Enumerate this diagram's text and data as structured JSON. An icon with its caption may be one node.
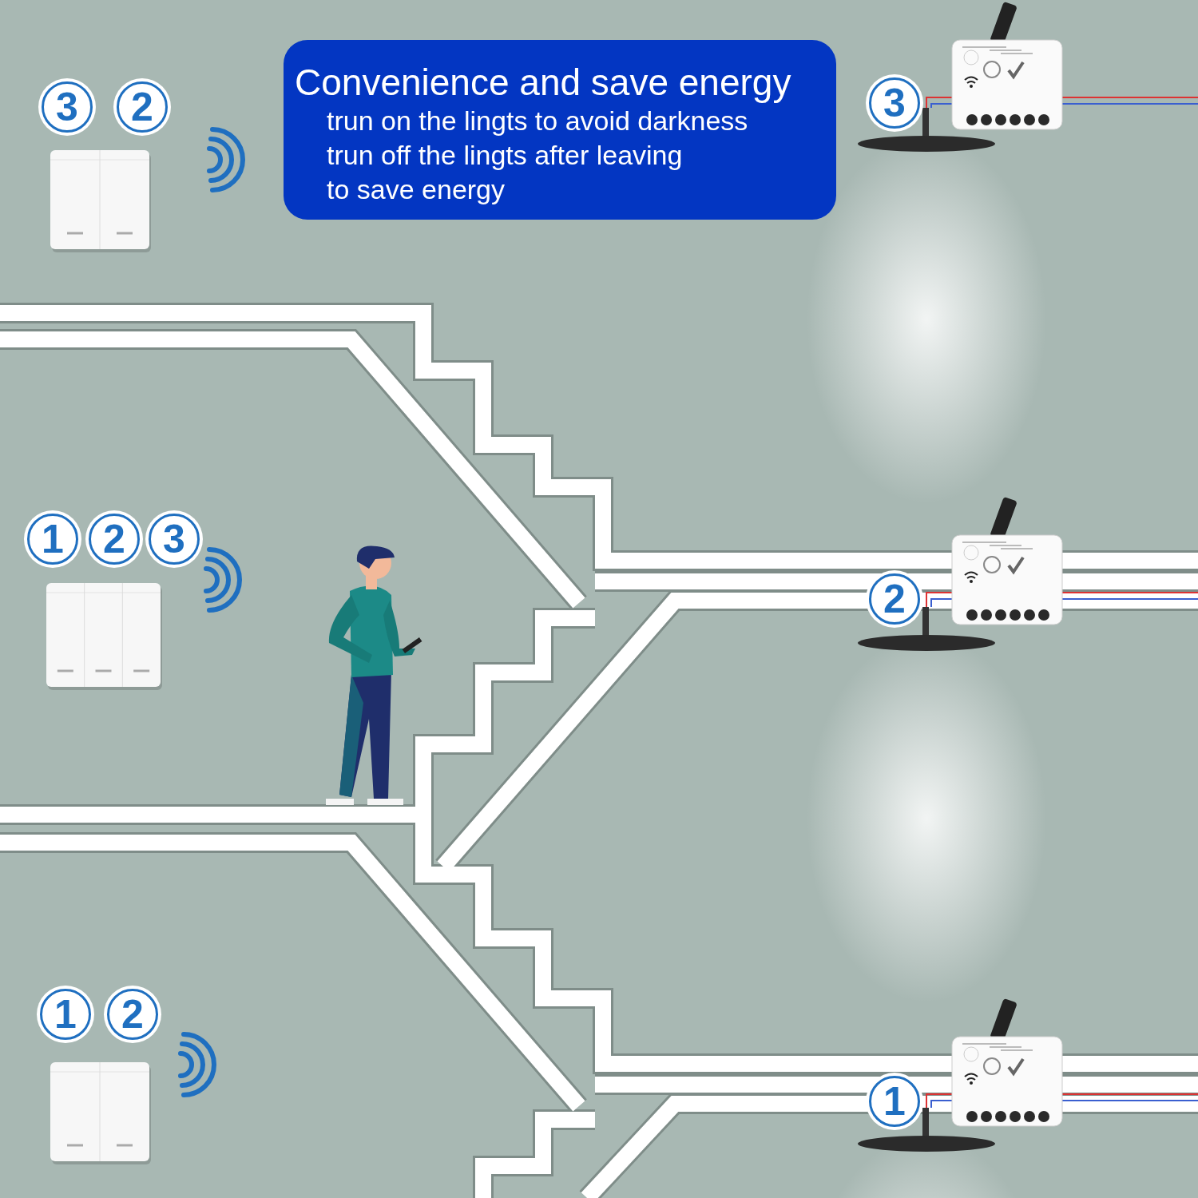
{
  "diagram": {
    "nodes": [
      {
        "text": [
          "3"
        ]
      },
      {
        "text": [
          "2"
        ]
      },
      {
        "text": [
          "Convenience and save energy",
          "trun on the lingts to avoid darkness",
          "trun off the lingts after leaving to save energy"
        ]
      },
      {
        "text": [
          "3"
        ]
      },
      {
        "text": [
          "1"
        ]
      },
      {
        "text": [
          "2"
        ]
      },
      {
        "text": [
          "3"
        ]
      },
      {
        "text": [
          "2"
        ]
      },
      {
        "text": [
          "1"
        ]
      },
      {
        "text": [
          "2"
        ]
      },
      {
        "text": [
          "1"
        ]
      }
    ]
  }
}
